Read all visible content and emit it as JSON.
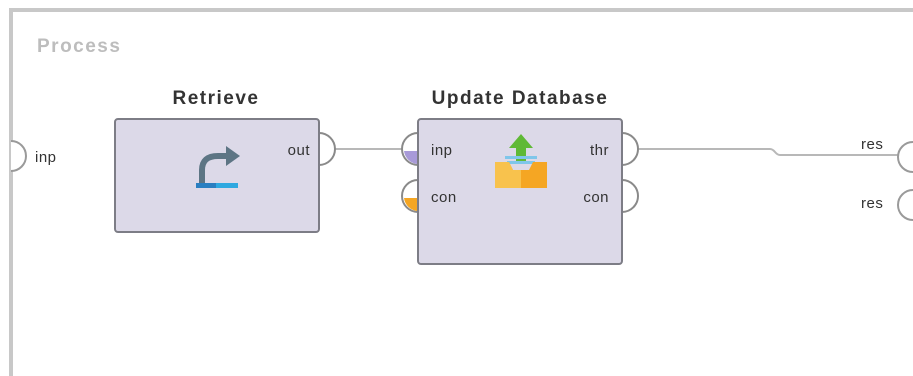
{
  "canvas": {
    "title": "Process",
    "process_ports": {
      "input": "inp",
      "outputs": [
        "res",
        "res"
      ]
    }
  },
  "operators": [
    {
      "id": "retrieve",
      "title": "Retrieve",
      "icon": "retrieve-curved-arrow-icon",
      "ports_in": [],
      "ports_out": [
        "out"
      ]
    },
    {
      "id": "update-database",
      "title": "Update Database",
      "icon": "database-upload-tray-icon",
      "ports_in": [
        "inp",
        "con"
      ],
      "ports_out": [
        "thr",
        "con"
      ]
    }
  ],
  "colors": {
    "operator_fill": "#dcd9e8",
    "operator_border": "#7d7d86",
    "wire": "#b8b8b8",
    "port_example_set": "#a89ad8",
    "port_connection": "#f5a623",
    "icon_blue": "#2ea8e0",
    "icon_green": "#5fb936",
    "icon_orange": "#f5a623"
  }
}
